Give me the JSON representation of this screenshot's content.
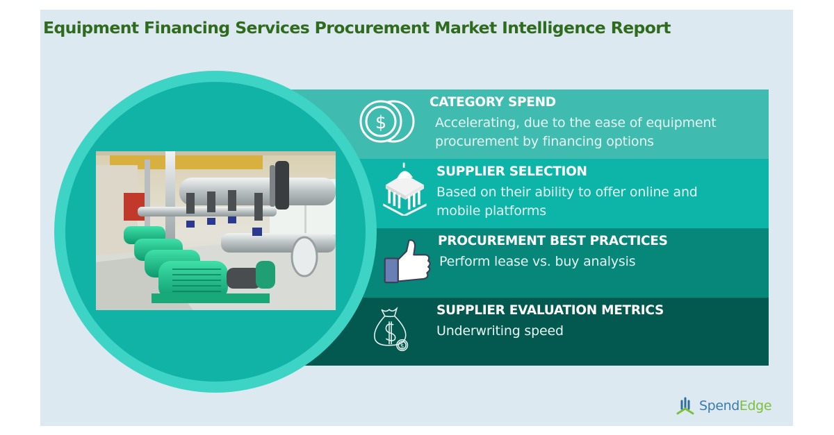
{
  "title": "Equipment Financing Services Procurement Market Intelligence Report",
  "colors": {
    "background": "#dde9f1",
    "title": "#2f6b1c",
    "circle_ring": "#3dd3c5",
    "circle_fill": "#10b3a6",
    "band_1": "#40bbb0",
    "band_2": "#0db5a8",
    "band_3": "#07867a",
    "band_4": "#03584f"
  },
  "image": {
    "description": "Industrial pump room with green motor pumps and silver pipes"
  },
  "sections": [
    {
      "icon": "coins-dollar-icon",
      "heading": "CATEGORY SPEND",
      "description": "Accelerating, due to the ease of equipment procurement by financing options"
    },
    {
      "icon": "bank-building-icon",
      "heading": "SUPPLIER SELECTION",
      "description": "Based on their ability to offer online and mobile platforms"
    },
    {
      "icon": "thumbs-up-icon",
      "heading": "PROCUREMENT BEST PRACTICES",
      "description": "Perform lease vs. buy analysis"
    },
    {
      "icon": "money-bag-icon",
      "heading": "SUPPLIER EVALUATION METRICS",
      "description": "Underwriting speed"
    }
  ],
  "logo": {
    "part1": "Spend",
    "part2": "Edge"
  }
}
